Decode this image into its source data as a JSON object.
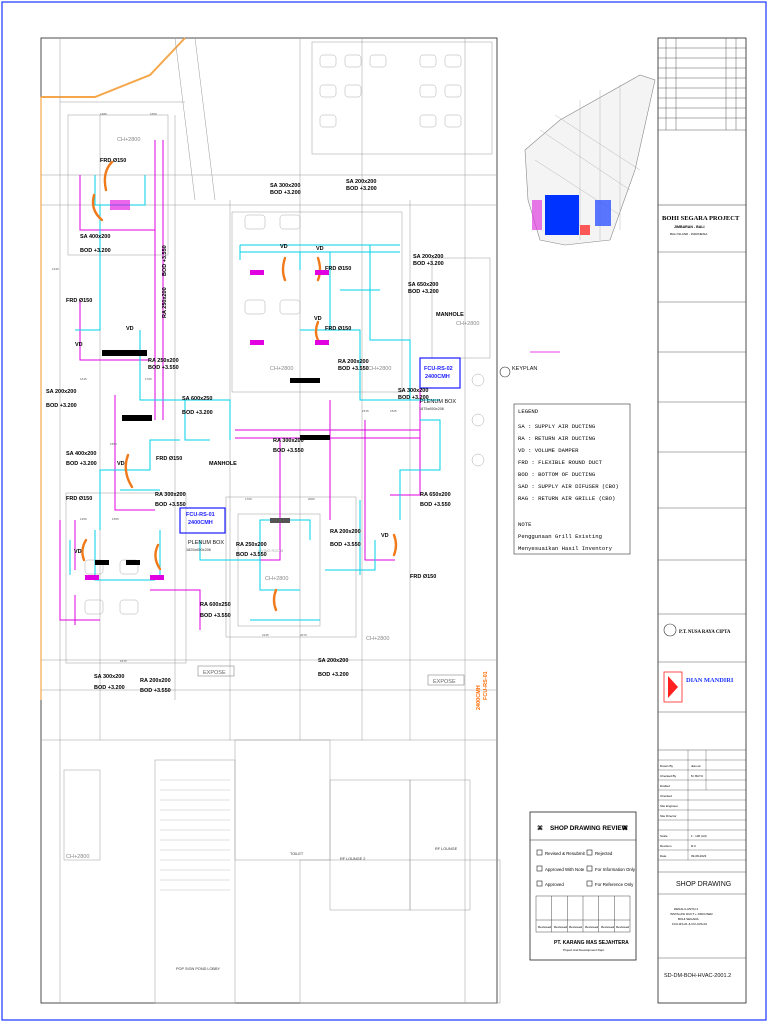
{
  "project": {
    "name": "BOHI SEGARA PROJECT",
    "location": "JIMBARAN - BALI",
    "country": "BALI ISLAND - INDONESIA"
  },
  "keyplan_label": "KEYPLAN",
  "legend": {
    "title": "LEGEND",
    "items": [
      "SA  : SUPPLY AIR DUCTING",
      "RA  : RETURN AIR DUCTING",
      "VD  : VOLUME DAMPER",
      "FRD : FLEXIBLE ROUND DUCT",
      "BOD : BOTTOM OF DUCTING",
      "SAD : SUPPLY AIR DIFUSER (CBO)",
      "RAG : RETURN AIR GRILLE (CBO)"
    ],
    "note_title": "NOTE",
    "notes": [
      "Penggunaan Grill Existing",
      "Menyesuaikan Hasil Inventory"
    ]
  },
  "review": {
    "title": "SHOP DRAWING REVIEW",
    "options": [
      "Revised & Resubmit",
      "Rejected",
      "Approved With Note",
      "For Information Only",
      "Approved",
      "For Reference Only"
    ],
    "sign_cells": [
      "Reviewed",
      "Reviewed",
      "Reviewed",
      "Reviewed",
      "Reviewed",
      "Reviewed"
    ],
    "company": "PT. KARANG MAS SEJAHTERA",
    "dept": "Project And Development Dept."
  },
  "companies": {
    "contractor": "P.T. NUSA RAYA CIPTA",
    "mep": "DIAN MANDIRI"
  },
  "title_block": {
    "rows": [
      [
        "Drawn By",
        "dian.ok"
      ],
      [
        "Checked By",
        "M. BAYU"
      ],
      [
        "Drafted",
        ""
      ],
      [
        "Checked",
        ""
      ],
      [
        "Site Engineer",
        ""
      ],
      [
        "Site Director",
        ""
      ],
      [
        "Scale",
        "1 : 100 (A3)"
      ],
      [
        "Revision",
        "R.0"
      ],
      [
        "Date",
        "09-08-2023"
      ]
    ],
    "stage": "SHOP DRAWING",
    "title_lines": [
      "DENAH LANTAI 2",
      "INSTALASI DUCT + DIFFUSER",
      "BOHI SEGARA",
      "FCU-RS-01 & FCU-RS-02"
    ],
    "drawing_no": "SD-DM-BOH-HVAC-2001.2"
  },
  "plan_labels": {
    "manhole_1": "MANHOLE",
    "manhole_2": "MANHOLE",
    "expose_1": "EXPOSE",
    "expose_2": "EXPOSE",
    "fcu1_name": "FCU-RS-01",
    "fcu1_cmh": "2400CMH",
    "fcu2_name": "FCU-RS-02",
    "fcu2_cmh": "2400CMH",
    "plenum1": "PLENUM BOX",
    "plenum1_size": "1825x650x206",
    "plenum2": "PLENUM BOX",
    "plenum2_size": "1875x650x206",
    "fcu_red": "FCU-RS-01",
    "fcu_red_cmh": "2400CMH",
    "duct": [
      "SA 200x200",
      "BOD +3.200",
      "SA 300x200",
      "BOD +3.200",
      "SA 200x200",
      "BOD +3.200",
      "SA 650x200",
      "BOD +3.200",
      "FRD Ø150",
      "FRD Ø150",
      "FRD Ø150",
      "FRD Ø150",
      "FRD Ø150",
      "FRD Ø150",
      "FRD Ø150",
      "RA 250x200",
      "BOD +3.550",
      "RA 200x200",
      "BOD +3.550",
      "SA 600x250",
      "BOD +3.200",
      "RA 300x200",
      "BOD +3.550",
      "RA 650x200",
      "BOD +3.550",
      "SA 300x200",
      "BOD +3.200",
      "SA 200x200",
      "BOD +3.200",
      "SA 400x200",
      "BOD +3.200",
      "RA 300x200",
      "BOD +3.550",
      "RA 200x200",
      "BOD +3.550",
      "RA 600x250",
      "BOD +3.550",
      "SA 300x200",
      "BOD +3.200",
      "RA 200x200",
      "BOD +3.550",
      "SA 200x200",
      "BOD +3.200",
      "RA 250x200",
      "BOD +3.550",
      "SA 400x200",
      "BOD +3.200"
    ],
    "vd": "VD",
    "rooms": [
      "LIVING ROOM",
      "TOILET",
      "RF LOUNGE 2",
      "RF LOUNGE",
      "POP SIGN POND LOBBY"
    ],
    "ceiling_marks": [
      "CH+2800",
      "CH+2800",
      "CH+2800",
      "CH+2800",
      "CH+2800",
      "CH+2800",
      "CH+2800"
    ],
    "dims": [
      "1680",
      "1650",
      "1230",
      "1615",
      "1550",
      "1250",
      "1565",
      "1700",
      "1700",
      "2000",
      "1515",
      "1525",
      "2145",
      "2070",
      "1670"
    ]
  },
  "colors": {
    "supply": "#00d2e6",
    "return": "#e000e0",
    "flex": "#f07a1a",
    "fcu": "#1a1aff",
    "red": "#ff2020",
    "arch": "#8a8a8a",
    "orange_wall": "#f5a64a"
  }
}
